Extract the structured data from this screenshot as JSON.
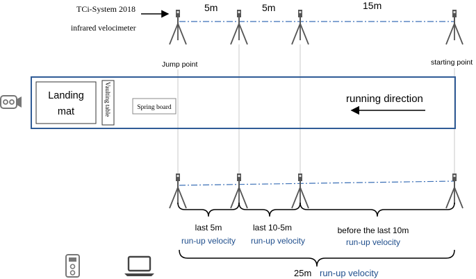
{
  "header": {
    "system_line1": "TCi-System 2018",
    "system_line2": "infrared velocimeter",
    "dist_1": "5m",
    "dist_2": "5m",
    "dist_3": "15m"
  },
  "points": {
    "jump": "Jump point",
    "start": "starting point"
  },
  "runway": {
    "landing_line1": "Landing",
    "landing_line2": "mat",
    "vaulting_table": "Vaulting table",
    "spring_board": "Spring board",
    "direction": "running direction"
  },
  "segments": {
    "seg1_line1": "last 5m",
    "seg1_line2": "run-up velocity",
    "seg2_line1": "last 10-5m",
    "seg2_line2": "run-up velocity",
    "seg3_line1": "before the last 10m",
    "seg3_line2": "run-up velocity",
    "total_num": "25m",
    "total_label": "run-up velocity"
  },
  "icons": {
    "camera": "video-camera-icon",
    "sensor": "sensor-icon",
    "laptop": "laptop-icon"
  },
  "colors": {
    "runway_border": "#2f5b96",
    "dash_line": "#3b6fb6",
    "label_blue": "#1f4e8c"
  }
}
